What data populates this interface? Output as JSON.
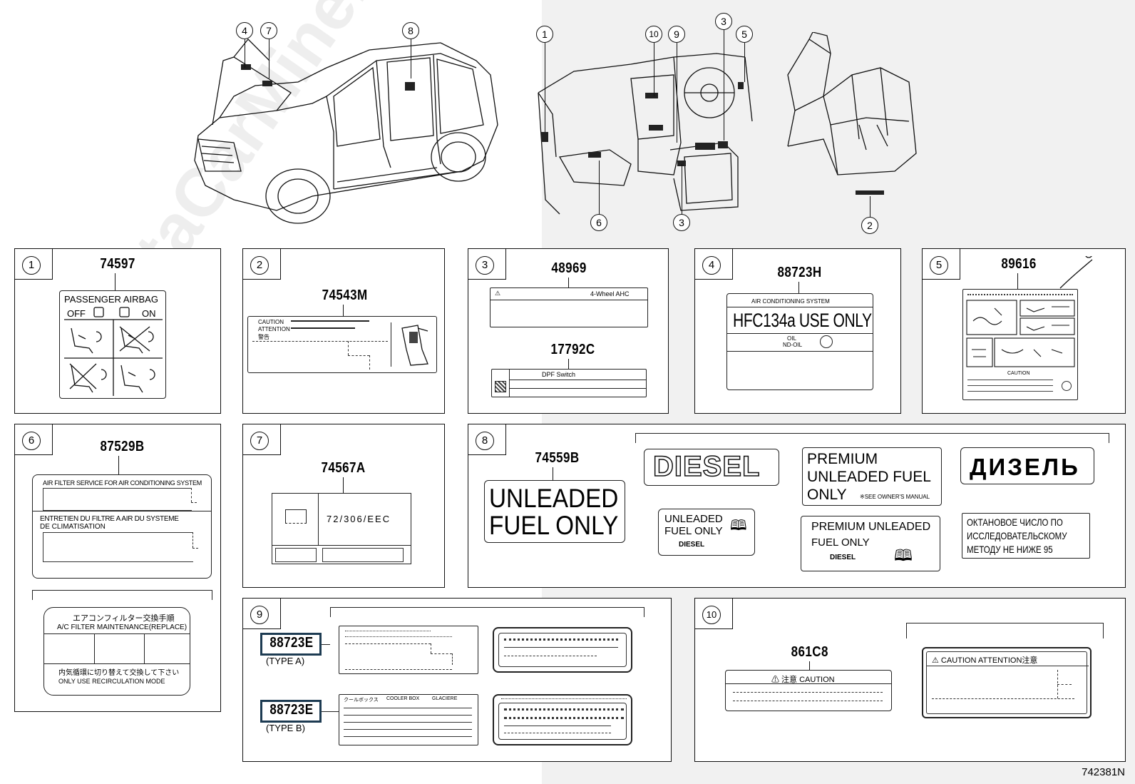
{
  "figure_code": "742381N",
  "watermark": "ToyotaCarMine.ru",
  "callouts_top": [
    "4",
    "7",
    "8",
    "1",
    "10",
    "9",
    "3",
    "5",
    "6",
    "3",
    "2"
  ],
  "panels": [
    {
      "num": "1",
      "parts": [
        "74597"
      ],
      "label_lines": [
        "PASSENGER AIRBAG",
        "OFF",
        "ON"
      ]
    },
    {
      "num": "2",
      "parts": [
        "74543M"
      ],
      "label_lines": [
        "CAUTION",
        "ATTENTION",
        "警告"
      ]
    },
    {
      "num": "3",
      "parts": [
        "48969",
        "17792C"
      ],
      "label_lines": [
        "4-Wheel AHC",
        "DPF Switch"
      ]
    },
    {
      "num": "4",
      "parts": [
        "88723H"
      ],
      "label_lines": [
        "AIR CONDITIONING SYSTEM",
        "HFC134a USE ONLY",
        "OIL",
        "ND-OIL"
      ]
    },
    {
      "num": "5",
      "parts": [
        "89616"
      ],
      "label_lines": [
        "CAUTION"
      ]
    },
    {
      "num": "6",
      "parts": [
        "87529B"
      ],
      "label_lines": [
        "AIR FILTER SERVICE FOR AIR CONDITIONING SYSTEM",
        "ENTRETIEN DU FILTRE A AIR DU SYSTEME",
        "DE CLIMATISATION",
        "エアコンフィルター交換手順",
        "A/C FILTER MAINTENANCE(REPLACE)",
        "内気循環に切り替えて交換して下さい",
        "ONLY USE RECIRCULATION MODE"
      ]
    },
    {
      "num": "7",
      "parts": [
        "74567A"
      ],
      "label_lines": [
        "72/306/EEC"
      ]
    },
    {
      "num": "8",
      "parts": [
        "74559B"
      ],
      "label_lines": [
        "UNLEADED",
        "FUEL ONLY",
        "DIESEL",
        "PREMIUM",
        "UNLEADED FUEL",
        "ONLY",
        "※SEE OWNER'S MANUAL",
        "ДИЗЕЛЬ",
        "UNLEADED",
        "FUEL ONLY",
        "DIESEL",
        "PREMIUM  UNLEADED",
        "FUEL ONLY",
        "DIESEL",
        "ОКТАНОВОЕ ЧИСЛО ПО",
        "ИССЛЕДОВАТЕЛЬСКОМУ",
        "МЕТОДУ НЕ НИЖЕ 95"
      ]
    },
    {
      "num": "9",
      "parts": [
        "88723E",
        "88723E"
      ],
      "types": [
        "(TYPE  A)",
        "(TYPE  B)"
      ],
      "label_lines": [
        "クールボックス",
        "COOLER BOX",
        "GLACIERE"
      ]
    },
    {
      "num": "10",
      "parts": [
        "861C8"
      ],
      "label_lines": [
        "⚠ 注意  CAUTION",
        "⚠ CAUTION  ATTENTION注意"
      ]
    }
  ]
}
